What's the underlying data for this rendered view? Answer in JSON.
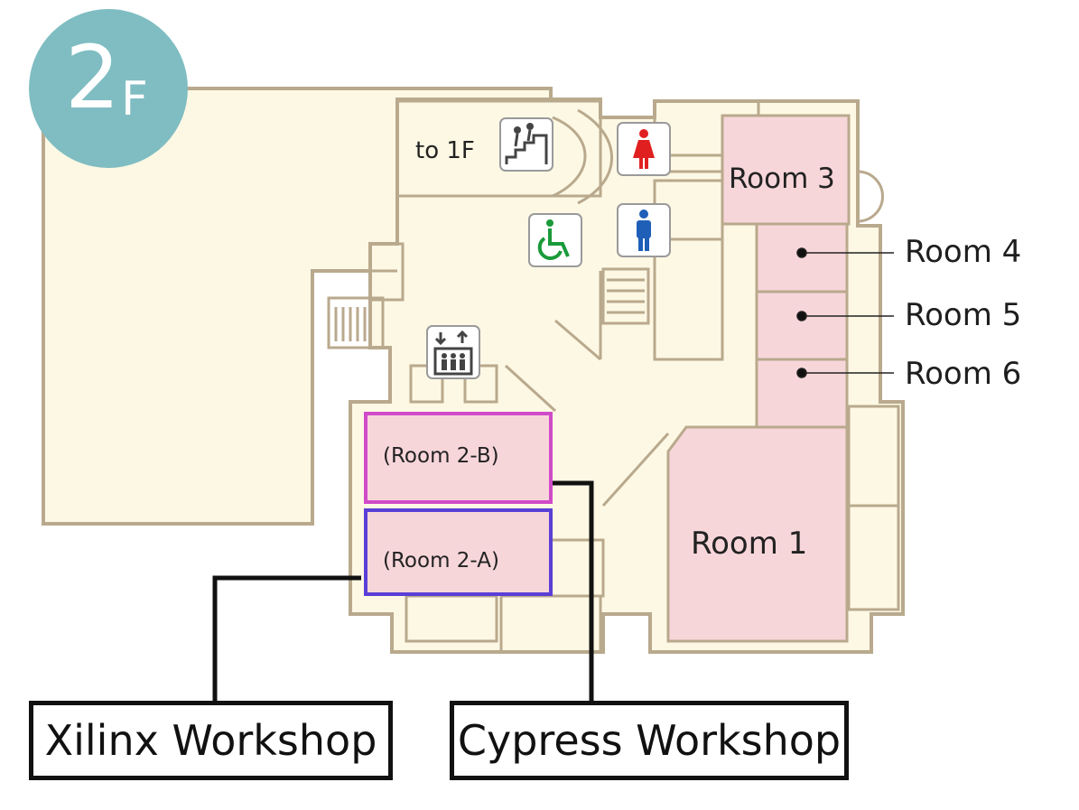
{
  "floor": {
    "number": "2",
    "suffix": "F"
  },
  "rooms": {
    "room1": "Room 1",
    "room2a": "(Room 2-A)",
    "room2b": "(Room 2-B)",
    "room3": "Room 3",
    "room4": "Room 4",
    "room5": "Room 5",
    "room6": "Room 6"
  },
  "stairs_label": "to 1F",
  "workshops": {
    "xilinx": "Xilinx Workshop",
    "cypress": "Cypress Workshop"
  },
  "icons": {
    "stairs": "stairs-icon",
    "women": "women-restroom-icon",
    "men": "men-restroom-icon",
    "accessible": "wheelchair-restroom-icon",
    "elevator": "elevator-icon"
  },
  "colors": {
    "floor_badge": "#7fbdc2",
    "floor_fill": "#fdf8e4",
    "wall": "#b9a98d",
    "room_fill": "#f7d6da",
    "room_2b_border": "#d04bc8",
    "room_2a_border": "#5a3fd6",
    "women": "#e02020",
    "men": "#1f5fb8",
    "accessible": "#1a9a3a"
  }
}
